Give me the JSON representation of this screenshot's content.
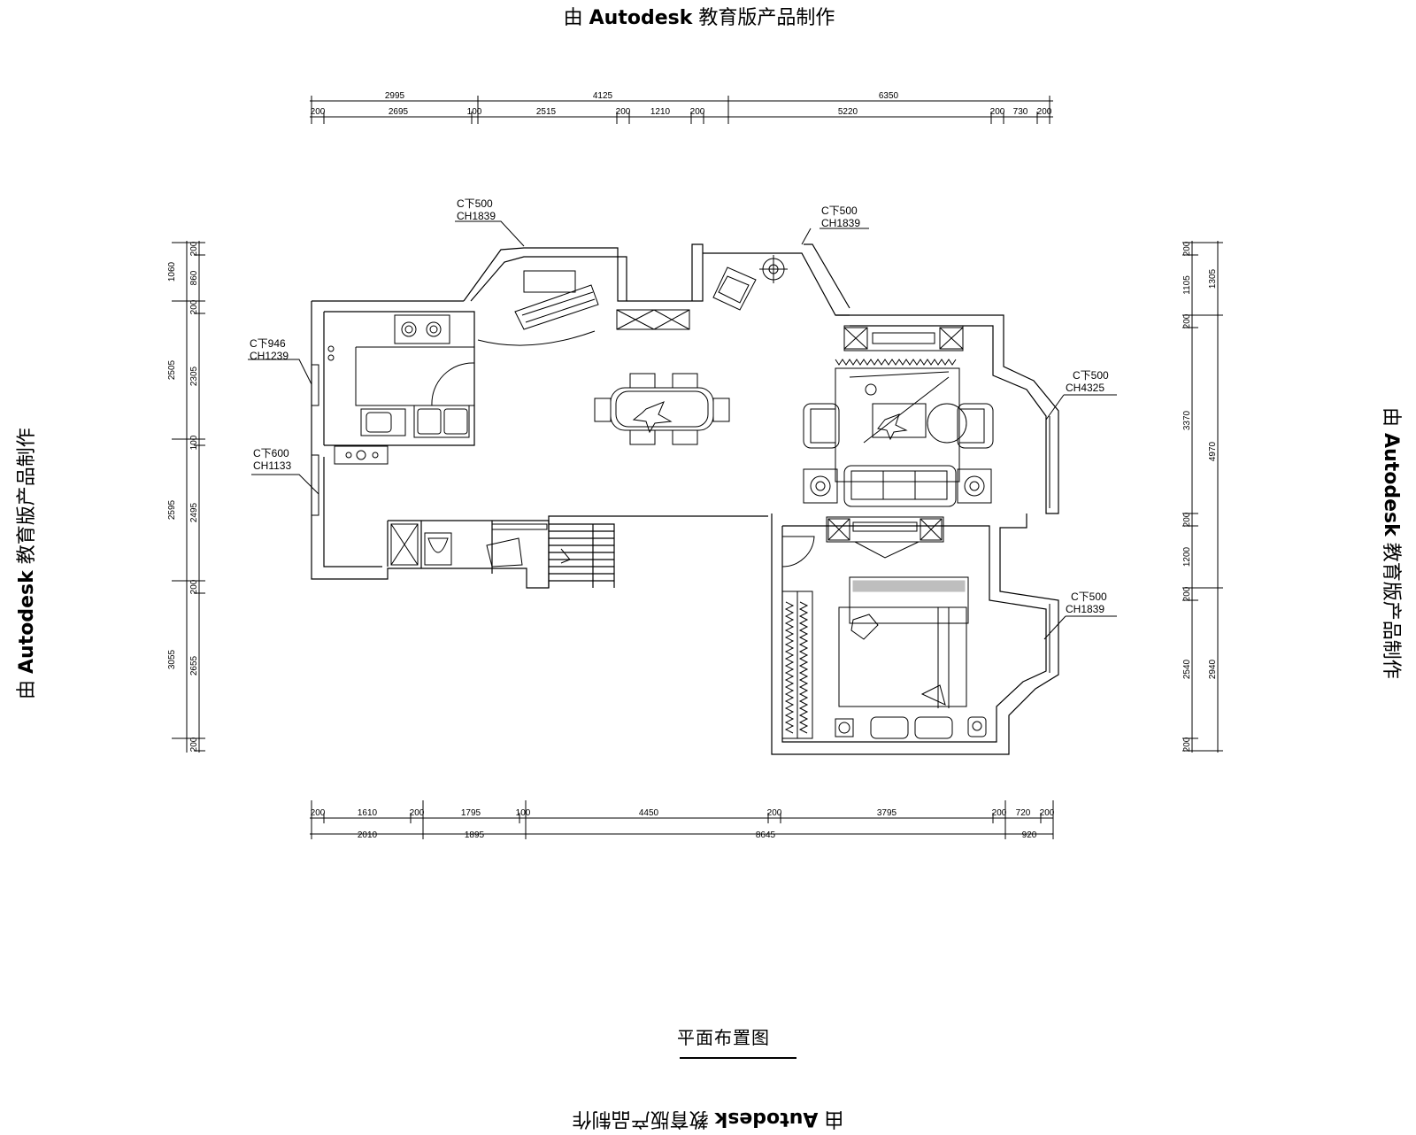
{
  "watermark": {
    "prefix": "由",
    "brand": "Autodesk",
    "suffix": "教育版产品制作"
  },
  "plan_title": "平面布置图",
  "dimensions": {
    "top_overall": [
      "2995",
      "4125",
      "6350"
    ],
    "top_detail": [
      "200",
      "2695",
      "100",
      "2515",
      "200",
      "1210",
      "200",
      "5220",
      "200",
      "730",
      "200"
    ],
    "bottom_detail": [
      "200",
      "1610",
      "200",
      "1795",
      "100",
      "4450",
      "200",
      "3795",
      "200",
      "720",
      "200"
    ],
    "bottom_overall": [
      "2010",
      "1895",
      "8645",
      "920"
    ],
    "left_overall": [
      "1060",
      "2505",
      "2595",
      "3055"
    ],
    "left_detail": [
      "200",
      "860",
      "200",
      "2305",
      "100",
      "2495",
      "200",
      "2655",
      "200"
    ],
    "right_detail": [
      "200",
      "1105",
      "200",
      "3370",
      "200",
      "1200",
      "200",
      "2540",
      "200"
    ],
    "right_overall": [
      "1305",
      "4970",
      "2940"
    ]
  },
  "window_labels": [
    {
      "line1": "C下500",
      "line2": "CH1839"
    },
    {
      "line1": "C下500",
      "line2": "CH1839"
    },
    {
      "line1": "C下946",
      "line2": "CH1239"
    },
    {
      "line1": "C下600",
      "line2": "CH1133"
    },
    {
      "line1": "C下500",
      "line2": "CH4325"
    },
    {
      "line1": "C下500",
      "line2": "CH1839"
    }
  ]
}
